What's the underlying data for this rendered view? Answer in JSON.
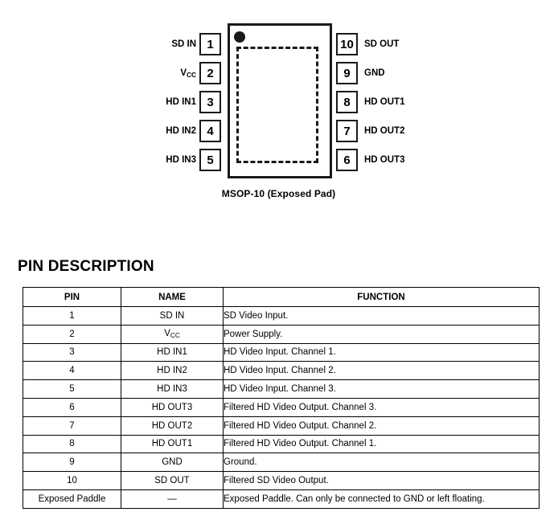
{
  "package_diagram": {
    "caption": "MSOP-10 (Exposed Pad)",
    "marker": "pin1-dot",
    "exposed_pad_outline": "dashed-rectangle",
    "left_pins": [
      {
        "number": "1",
        "label": "SD IN"
      },
      {
        "number": "2",
        "label": "Vcc",
        "label_base": "V",
        "label_sub": "CC"
      },
      {
        "number": "3",
        "label": "HD IN1"
      },
      {
        "number": "4",
        "label": "HD IN2"
      },
      {
        "number": "5",
        "label": "HD IN3"
      }
    ],
    "right_pins": [
      {
        "number": "10",
        "label": "SD OUT"
      },
      {
        "number": "9",
        "label": "GND"
      },
      {
        "number": "8",
        "label": "HD OUT1"
      },
      {
        "number": "7",
        "label": "HD OUT2"
      },
      {
        "number": "6",
        "label": "HD OUT3"
      }
    ]
  },
  "pin_description": {
    "heading": "PIN DESCRIPTION",
    "columns": [
      "PIN",
      "NAME",
      "FUNCTION"
    ],
    "rows": [
      {
        "pin": "1",
        "name": "SD IN",
        "function": "SD Video Input."
      },
      {
        "pin": "2",
        "name": "Vcc",
        "name_base": "V",
        "name_sub": "CC",
        "function": "Power Supply."
      },
      {
        "pin": "3",
        "name": "HD IN1",
        "function": "HD Video Input. Channel 1."
      },
      {
        "pin": "4",
        "name": "HD IN2",
        "function": "HD Video Input. Channel 2."
      },
      {
        "pin": "5",
        "name": "HD IN3",
        "function": "HD Video Input. Channel 3."
      },
      {
        "pin": "6",
        "name": "HD OUT3",
        "function": "Filtered HD Video Output. Channel 3."
      },
      {
        "pin": "7",
        "name": "HD OUT2",
        "function": "Filtered HD Video Output. Channel 2."
      },
      {
        "pin": "8",
        "name": "HD OUT1",
        "function": "Filtered HD Video Output. Channel 1."
      },
      {
        "pin": "9",
        "name": "GND",
        "function": "Ground."
      },
      {
        "pin": "10",
        "name": "SD OUT",
        "function": "Filtered SD Video Output."
      },
      {
        "pin": "Exposed Paddle",
        "name": "—",
        "function": "Exposed Paddle. Can only be connected to GND or left floating."
      }
    ]
  },
  "colors": {
    "ink": "#000000",
    "outline": "#1a1a1a",
    "background": "#ffffff"
  }
}
